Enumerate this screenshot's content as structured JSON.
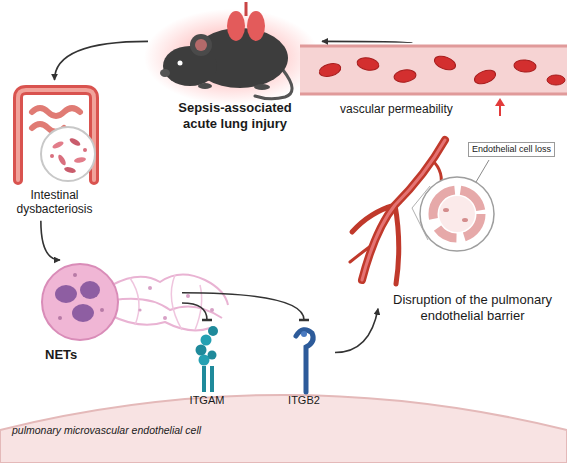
{
  "diagram": {
    "nodes": [
      {
        "text": [
          "Sepsis-associated acute lung injury"
        ]
      },
      {
        "text": [
          "Intestinal dysbacteriosis"
        ]
      },
      {
        "text": [
          "NETs"
        ]
      },
      {
        "text": [
          "pulmonary microvascular endothelial cell"
        ]
      },
      {
        "text": [
          "ITGAM"
        ],
        "in": 3
      },
      {
        "text": [
          "ITGB2"
        ],
        "in": 3
      },
      {
        "text": [
          "vascular permeability"
        ]
      },
      {
        "text": [
          "Disruption of the pulmonary endothelial barrier"
        ]
      }
    ],
    "edges": [
      {
        "from": 0,
        "to": 1,
        "arrow": "to"
      },
      {
        "from": 1,
        "to": 2,
        "arrow": "to"
      },
      {
        "from": 2,
        "to": 4,
        "arrow": "to"
      },
      {
        "from": 2,
        "to": 5,
        "arrow": "to"
      },
      {
        "from": 5,
        "to": 7,
        "arrow": "to"
      },
      {
        "from": 6,
        "to": 0,
        "arrow": "to"
      }
    ],
    "labels": [
      "Endothelial cell loss"
    ]
  }
}
